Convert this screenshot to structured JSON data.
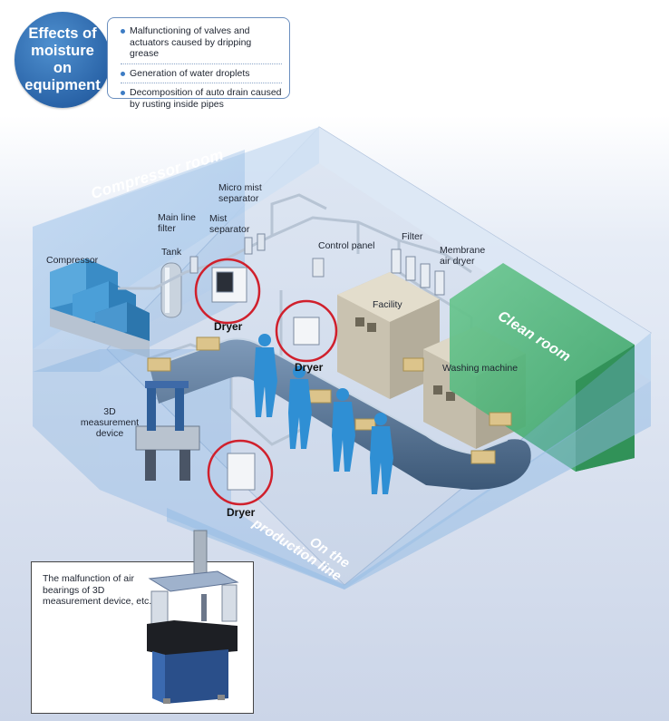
{
  "badge": {
    "title": "Effects of moisture on equipment"
  },
  "effects": [
    "Malfunctioning of valves and actuators caused by dripping grease",
    "Generation of water droplets",
    "Decomposition of auto drain caused by rusting inside pipes"
  ],
  "rooms": {
    "compressor_room": "Compressor room",
    "clean_room": "Clean room",
    "production_line": "On the production line"
  },
  "labels": {
    "compressor": "Compressor",
    "main_line_filter": "Main line filter",
    "tank": "Tank",
    "micro_mist_separator": "Micro mist separator",
    "mist_separator": "Mist separator",
    "control_panel": "Control panel",
    "filter": "Filter",
    "membrane_air_dryer": "Membrane air dryer",
    "facility": "Facility",
    "washing_machine": "Washing machine",
    "measurement_device": "3D measurement device"
  },
  "dryers": [
    "Dryer",
    "Dryer",
    "Dryer"
  ],
  "callout": {
    "text": "The malfunction of air bearings of 3D measurement device, etc."
  },
  "colors": {
    "accent_blue": "#2a64a8",
    "dryer_circle": "#d0202c",
    "clean_room_green": "#4fb37a",
    "wall_blue": "#8fb9e4",
    "worker_blue": "#2f8fd4"
  }
}
